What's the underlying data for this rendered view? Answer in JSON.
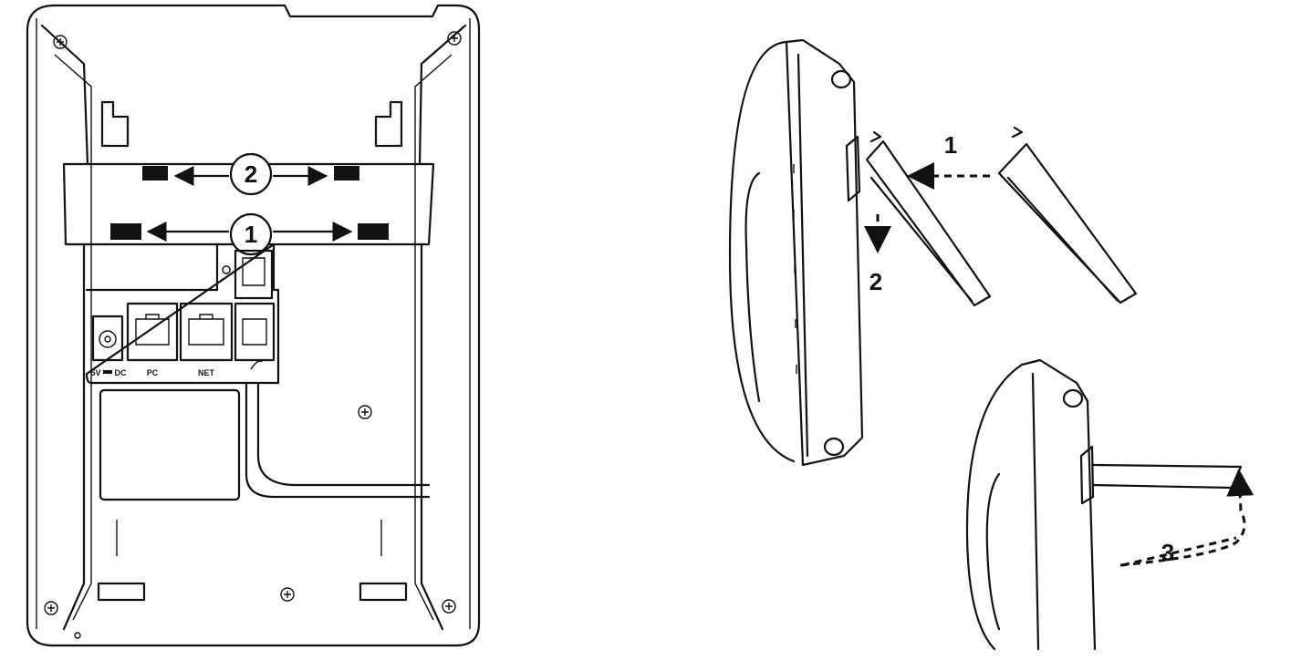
{
  "back_view": {
    "step_markers": [
      "2",
      "1"
    ],
    "port_labels": {
      "power": "5V",
      "power_dc": "DC",
      "pc": "PC",
      "net": "NET"
    }
  },
  "side_view": {
    "step_labels": [
      "1",
      "2",
      "3"
    ]
  }
}
